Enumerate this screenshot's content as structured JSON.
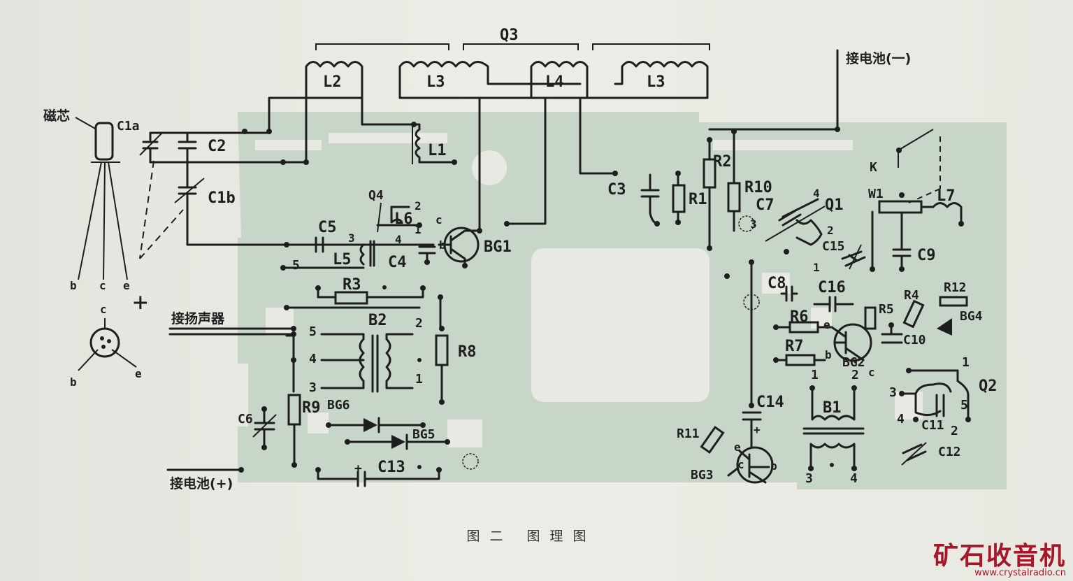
{
  "caption": "图二 图理图",
  "watermark": {
    "brand": "矿石收音机",
    "url": "www.crystalradio.cn"
  },
  "labels": {
    "antenna": "磁芯",
    "speaker": "接扬声器",
    "battery_neg": "接电池(一)",
    "battery_pos": "接电池(+)",
    "plus": "+",
    "c": "c",
    "b": "b",
    "e": "e",
    "Q3": "Q3",
    "L2": "L2",
    "L3": "L3",
    "L4": "L4",
    "L3b": "L3",
    "L1": "L1",
    "C1a": "C1a",
    "C2": "C2",
    "C1b": "C1b",
    "Q4": "Q4",
    "L6": "L6",
    "L5": "L5",
    "C5": "C5",
    "C4": "C4",
    "BG1": "BG1",
    "R3": "R3",
    "B2": "B2",
    "R8": "R8",
    "R9": "R9",
    "BG6": "BG6",
    "BG5": "BG5",
    "C6": "C6",
    "C13": "C13",
    "C3": "C3",
    "R1": "R1",
    "R2": "R2",
    "R10": "R10",
    "C7": "C7",
    "Q1": "Q1",
    "C15": "C15",
    "C8": "C8",
    "C16": "C16",
    "R6": "R6",
    "R7": "R7",
    "BG2": "BG2",
    "R5": "R5",
    "R4": "R4",
    "R12": "R12",
    "BG4": "BG4",
    "C10": "C10",
    "K": "K",
    "W1": "W1",
    "L7": "L7",
    "C9": "C9",
    "Q2": "Q2",
    "C11": "C11",
    "C12": "C12",
    "C14": "C14",
    "B1": "B1",
    "R11": "R11",
    "BG3": "BG3",
    "n1": "1",
    "n2": "2",
    "n3": "3",
    "n4": "4",
    "n5": "5"
  }
}
